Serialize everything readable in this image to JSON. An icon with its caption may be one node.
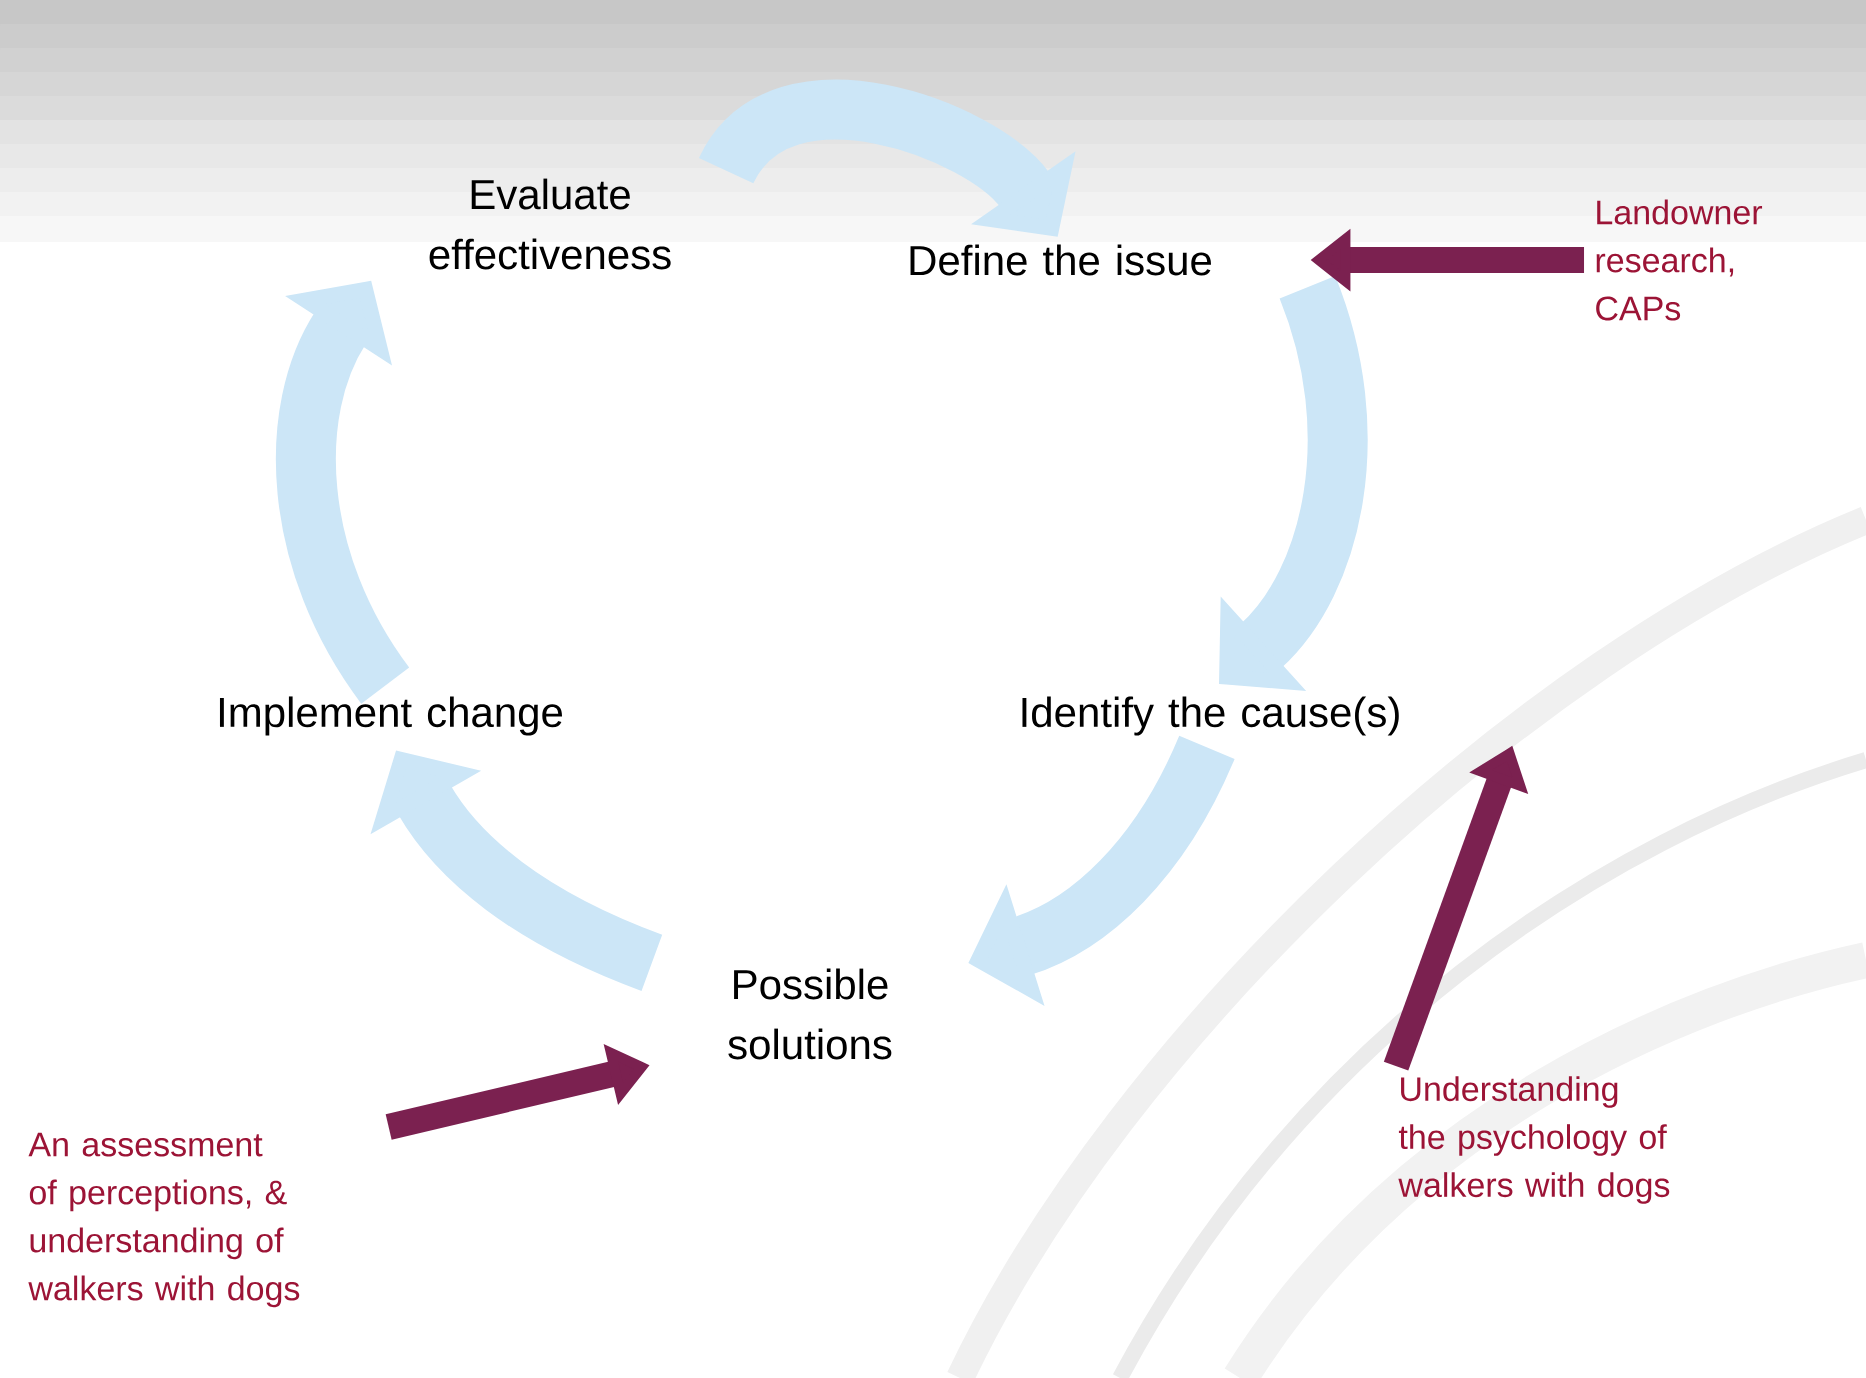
{
  "diagram": {
    "nodes": [
      {
        "text": [
          "Define the issue"
        ]
      },
      {
        "text": [
          "Identify the cause(s)"
        ]
      },
      {
        "text": [
          "Possible solutions"
        ]
      },
      {
        "text": [
          "Implement change"
        ]
      },
      {
        "text": [
          "Evaluate effectiveness"
        ]
      },
      {
        "text": [
          "Landowner research, CAPs"
        ]
      },
      {
        "text": [
          "Understanding the psychology of walkers with dogs"
        ]
      },
      {
        "text": [
          "An assessment of perceptions, & understanding of walkers with dogs"
        ]
      }
    ],
    "edges": [
      {
        "from": 4,
        "to": 0,
        "arrow": "to"
      },
      {
        "from": 0,
        "to": 1,
        "arrow": "to"
      },
      {
        "from": 1,
        "to": 2,
        "arrow": "to"
      },
      {
        "from": 2,
        "to": 3,
        "arrow": "to"
      },
      {
        "from": 3,
        "to": 4,
        "arrow": "to"
      },
      {
        "from": 5,
        "to": 0,
        "arrow": "to",
        "color": "#7b2150"
      },
      {
        "from": 6,
        "to": 1,
        "arrow": "to",
        "color": "#7b2150"
      },
      {
        "from": 7,
        "to": 2,
        "arrow": "to",
        "color": "#7b2150"
      }
    ]
  }
}
